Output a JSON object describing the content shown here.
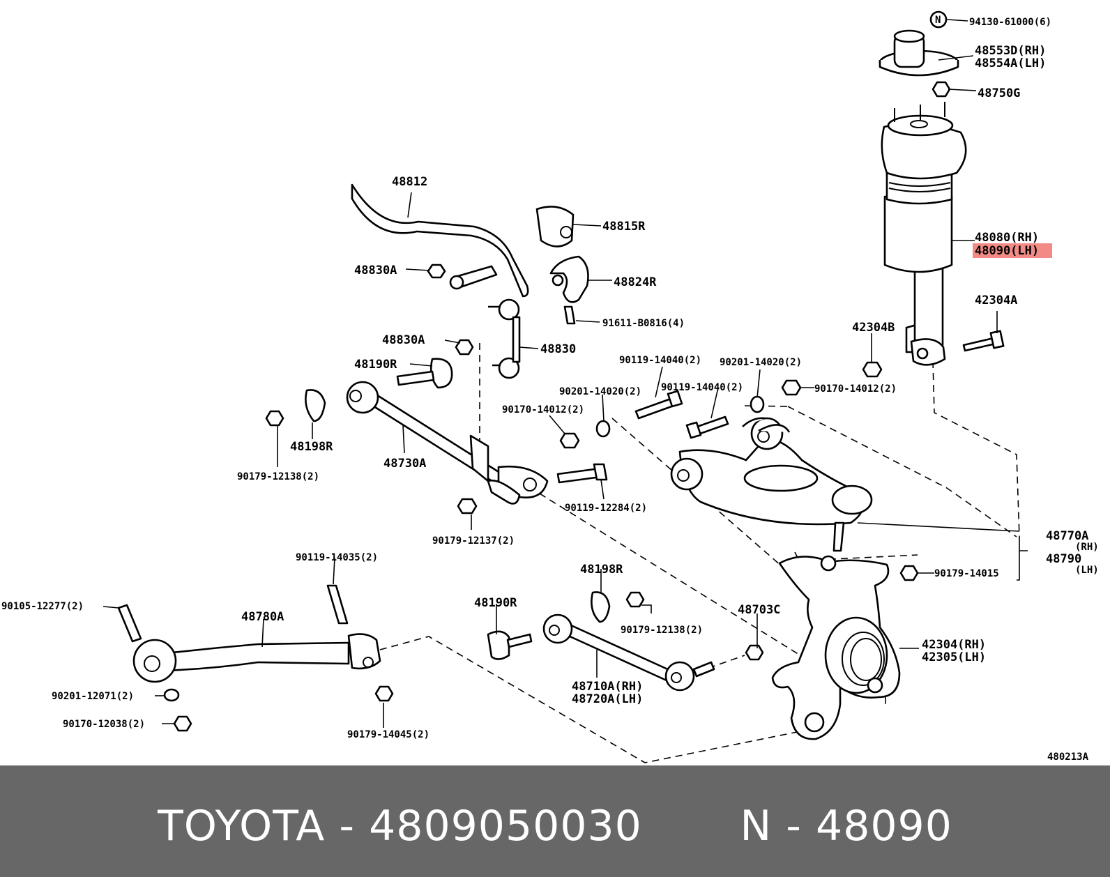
{
  "diagram": {
    "labels": [
      {
        "id": "p94130",
        "text": "94130-61000(6)",
        "size": "sm"
      },
      {
        "id": "p48553d",
        "text": "48553D(RH)",
        "size": "big"
      },
      {
        "id": "p48554a",
        "text": "48554A(LH)",
        "size": "big"
      },
      {
        "id": "p48750g",
        "text": "48750G",
        "size": "big"
      },
      {
        "id": "p48080",
        "text": "48080(RH)",
        "size": "big"
      },
      {
        "id": "p48090",
        "text": "48090(LH)",
        "size": "big",
        "highlighted": true
      },
      {
        "id": "p42304a",
        "text": "42304A",
        "size": "big"
      },
      {
        "id": "p42304b",
        "text": "42304B",
        "size": "big"
      },
      {
        "id": "p48812",
        "text": "48812",
        "size": "big"
      },
      {
        "id": "p48815r",
        "text": "48815R",
        "size": "big"
      },
      {
        "id": "p48824r",
        "text": "48824R",
        "size": "big"
      },
      {
        "id": "p48830a_1",
        "text": "48830A",
        "size": "big"
      },
      {
        "id": "p91611",
        "text": "91611-B0816(4)",
        "size": "sm"
      },
      {
        "id": "p48830a_2",
        "text": "48830A",
        "size": "big"
      },
      {
        "id": "p48830",
        "text": "48830",
        "size": "big"
      },
      {
        "id": "p48190r_1",
        "text": "48190R",
        "size": "big"
      },
      {
        "id": "p90119_14040_a",
        "text": "90119-14040(2)",
        "size": "sm"
      },
      {
        "id": "p90201_14020_a",
        "text": "90201-14020(2)",
        "size": "sm"
      },
      {
        "id": "p90201_14020_b",
        "text": "90201-14020(2)",
        "size": "sm"
      },
      {
        "id": "p90119_14040_b",
        "text": "90119-14040(2)",
        "size": "sm"
      },
      {
        "id": "p90170_14012_a",
        "text": "90170-14012(2)",
        "size": "sm"
      },
      {
        "id": "p90170_14012_b",
        "text": "90170-14012(2)",
        "size": "sm"
      },
      {
        "id": "p48198r_1",
        "text": "48198R",
        "size": "big"
      },
      {
        "id": "p48730a",
        "text": "48730A",
        "size": "big"
      },
      {
        "id": "p90179_12138_a",
        "text": "90179-12138(2)",
        "size": "sm"
      },
      {
        "id": "p90119_12284",
        "text": "90119-12284(2)",
        "size": "sm"
      },
      {
        "id": "p90179_12137",
        "text": "90179-12137(2)",
        "size": "sm"
      },
      {
        "id": "p48770a",
        "text": "48770A",
        "size": "big"
      },
      {
        "id": "p48770a_rh",
        "text": "(RH)",
        "size": "sm"
      },
      {
        "id": "p48790",
        "text": "48790",
        "size": "big"
      },
      {
        "id": "p48790_lh",
        "text": "(LH)",
        "size": "sm"
      },
      {
        "id": "p90179_14015",
        "text": "90179-14015",
        "size": "sm"
      },
      {
        "id": "p90119_14035",
        "text": "90119-14035(2)",
        "size": "sm"
      },
      {
        "id": "p48198r_2",
        "text": "48198R",
        "size": "big"
      },
      {
        "id": "p90105_12277",
        "text": "90105-12277(2)",
        "size": "sm"
      },
      {
        "id": "p48190r_2",
        "text": "48190R",
        "size": "big"
      },
      {
        "id": "p48780a",
        "text": "48780A",
        "size": "big"
      },
      {
        "id": "p90179_12138_b",
        "text": "90179-12138(2)",
        "size": "sm"
      },
      {
        "id": "p48703c",
        "text": "48703C",
        "size": "big"
      },
      {
        "id": "p42304",
        "text": "42304(RH)",
        "size": "big"
      },
      {
        "id": "p42305",
        "text": "42305(LH)",
        "size": "big"
      },
      {
        "id": "p48710a",
        "text": "48710A(RH)",
        "size": "big"
      },
      {
        "id": "p48720a",
        "text": "48720A(LH)",
        "size": "big"
      },
      {
        "id": "p90201_12071",
        "text": "90201-12071(2)",
        "size": "sm"
      },
      {
        "id": "p90170_12038",
        "text": "90170-12038(2)",
        "size": "sm"
      },
      {
        "id": "p90179_14045",
        "text": "90179-14045(2)",
        "size": "sm"
      },
      {
        "id": "p480213a",
        "text": "480213A",
        "size": "sm"
      }
    ],
    "note_badge": "N",
    "highlight_color": "#f28b86"
  },
  "footer": {
    "brand": "TOYOTA",
    "part_number": "4809050030",
    "ref": "N",
    "ref_code": "48090",
    "text": "TOYOTA - 4809050030       N - 48090"
  },
  "colors": {
    "footer_bg": "#676767",
    "footer_text": "#ffffff"
  }
}
